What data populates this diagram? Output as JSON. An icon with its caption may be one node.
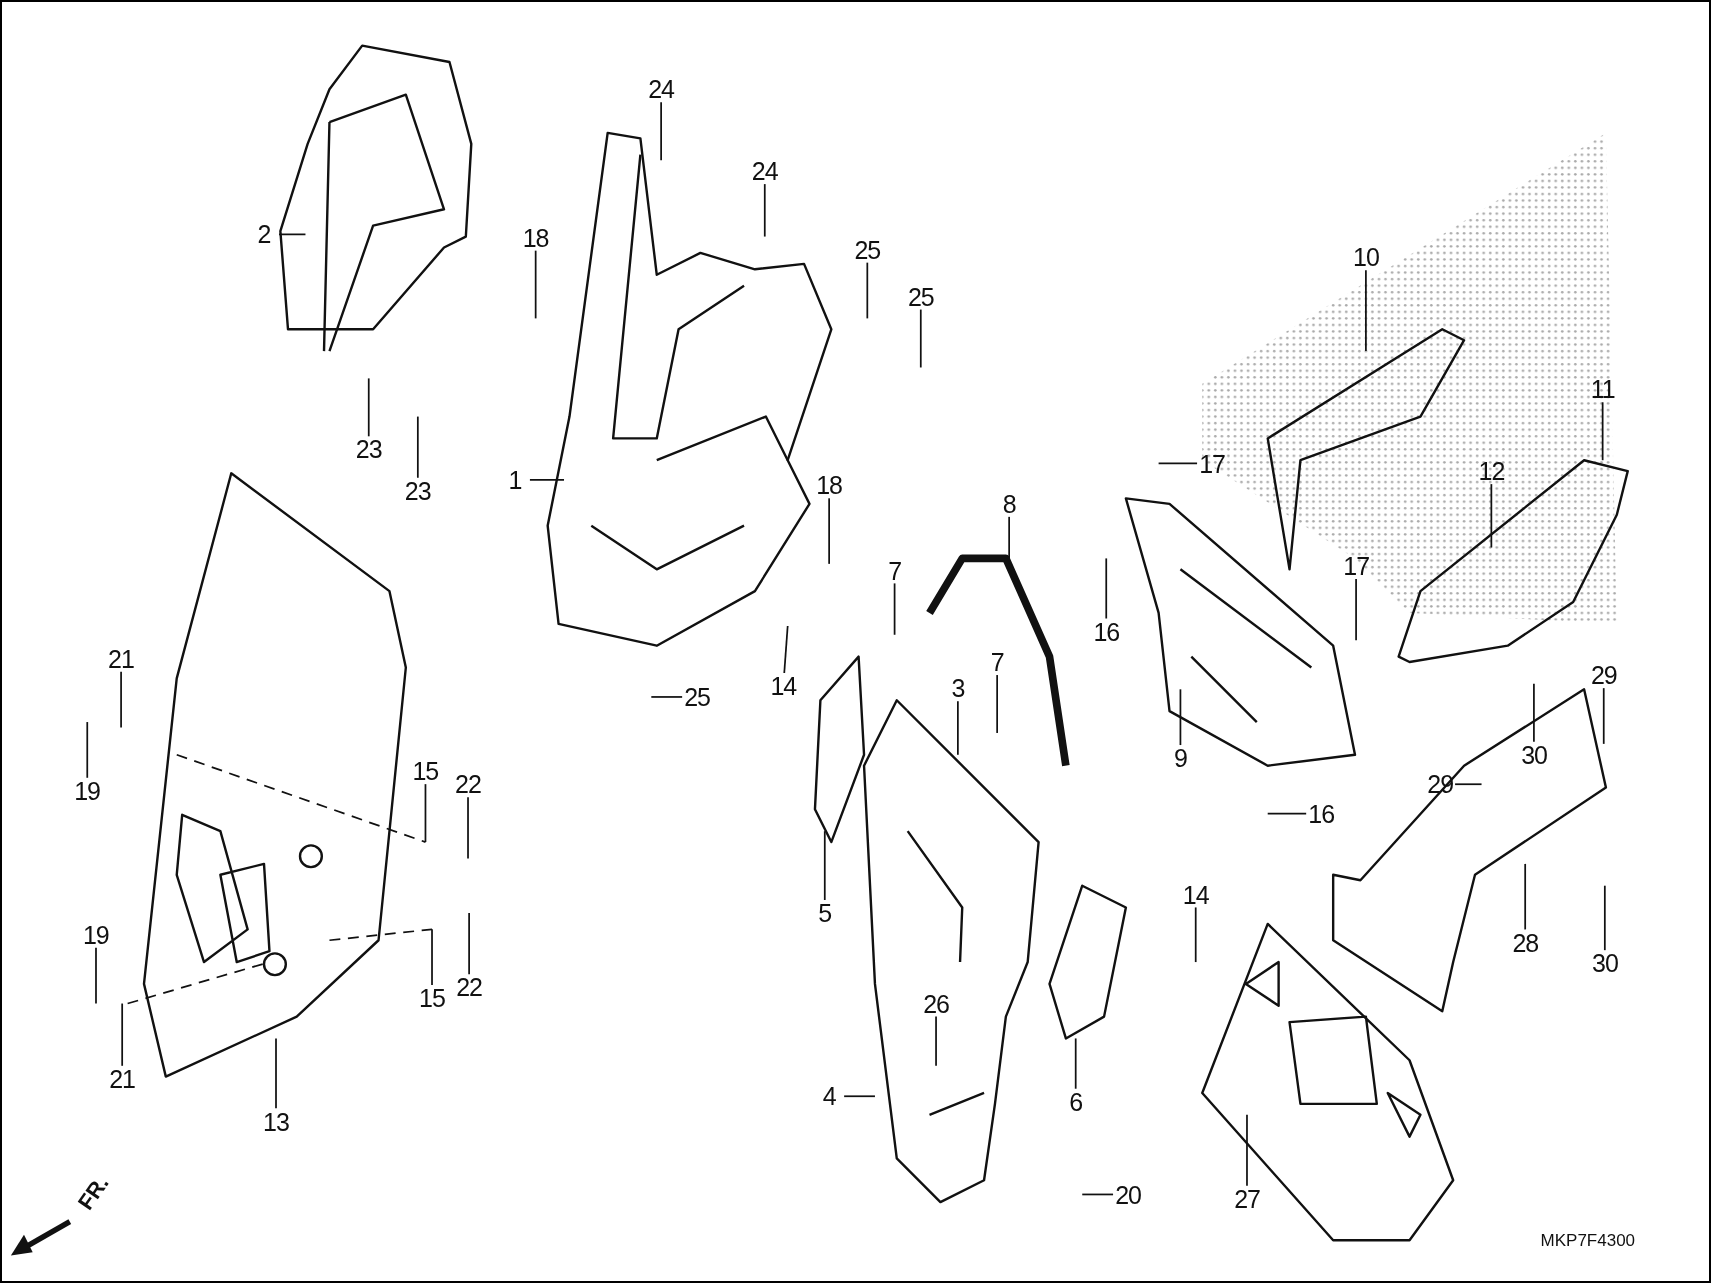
{
  "diagram": {
    "nodes": [
      {
        "text": [
          "2"
        ]
      },
      {
        "text": [
          "23"
        ]
      },
      {
        "text": [
          "23"
        ]
      },
      {
        "text": [
          "24"
        ]
      },
      {
        "text": [
          "24"
        ]
      },
      {
        "text": [
          "25"
        ]
      },
      {
        "text": [
          "25"
        ]
      },
      {
        "text": [
          "18"
        ]
      },
      {
        "text": [
          "1"
        ]
      },
      {
        "text": [
          "18"
        ]
      },
      {
        "text": [
          "25"
        ]
      },
      {
        "text": [
          "21"
        ]
      },
      {
        "text": [
          "19"
        ]
      },
      {
        "text": [
          "15"
        ]
      },
      {
        "text": [
          "22"
        ]
      },
      {
        "text": [
          "19"
        ]
      },
      {
        "text": [
          "21"
        ]
      },
      {
        "text": [
          "15"
        ]
      },
      {
        "text": [
          "22"
        ]
      },
      {
        "text": [
          "13"
        ]
      },
      {
        "text": [
          "14"
        ]
      },
      {
        "text": [
          "5"
        ]
      },
      {
        "text": [
          "7"
        ]
      },
      {
        "text": [
          "3"
        ]
      },
      {
        "text": [
          "7"
        ]
      },
      {
        "text": [
          "8"
        ]
      },
      {
        "text": [
          "4"
        ]
      },
      {
        "text": [
          "26"
        ]
      },
      {
        "text": [
          "6"
        ]
      },
      {
        "text": [
          "20"
        ]
      },
      {
        "text": [
          "14"
        ]
      },
      {
        "text": [
          "17"
        ]
      },
      {
        "text": [
          "16"
        ]
      },
      {
        "text": [
          "9"
        ]
      },
      {
        "text": [
          "17"
        ]
      },
      {
        "text": [
          "16"
        ]
      },
      {
        "text": [
          "10"
        ]
      },
      {
        "text": [
          "11"
        ]
      },
      {
        "text": [
          "12"
        ]
      },
      {
        "text": [
          "29"
        ]
      },
      {
        "text": [
          "30"
        ]
      },
      {
        "text": [
          "29"
        ]
      },
      {
        "text": [
          "28"
        ]
      },
      {
        "text": [
          "30"
        ]
      },
      {
        "text": [
          "27"
        ]
      }
    ],
    "edges": [
      {
        "from": 0,
        "to": null,
        "arrow": "none"
      },
      {
        "from": 1,
        "to": null,
        "arrow": "none"
      },
      {
        "from": 2,
        "to": null,
        "arrow": "none"
      },
      {
        "from": 3,
        "to": null,
        "arrow": "none"
      },
      {
        "from": 4,
        "to": null,
        "arrow": "none"
      },
      {
        "from": 5,
        "to": null,
        "arrow": "none"
      },
      {
        "from": 6,
        "to": null,
        "arrow": "none"
      },
      {
        "from": 7,
        "to": null,
        "arrow": "none"
      },
      {
        "from": 8,
        "to": null,
        "arrow": "none"
      },
      {
        "from": 9,
        "to": null,
        "arrow": "none"
      },
      {
        "from": 10,
        "to": null,
        "arrow": "none"
      },
      {
        "from": 11,
        "to": null,
        "arrow": "none"
      },
      {
        "from": 12,
        "to": null,
        "arrow": "none"
      },
      {
        "from": 13,
        "to": null,
        "arrow": "none"
      },
      {
        "from": 14,
        "to": null,
        "arrow": "none"
      },
      {
        "from": 15,
        "to": null,
        "arrow": "none"
      },
      {
        "from": 16,
        "to": null,
        "arrow": "none"
      },
      {
        "from": 17,
        "to": null,
        "arrow": "none"
      },
      {
        "from": 18,
        "to": null,
        "arrow": "none"
      },
      {
        "from": 19,
        "to": null,
        "arrow": "none"
      },
      {
        "from": 20,
        "to": null,
        "arrow": "none"
      },
      {
        "from": 21,
        "to": null,
        "arrow": "none"
      },
      {
        "from": 22,
        "to": null,
        "arrow": "none"
      },
      {
        "from": 23,
        "to": null,
        "arrow": "none"
      },
      {
        "from": 24,
        "to": null,
        "arrow": "none"
      },
      {
        "from": 25,
        "to": null,
        "arrow": "none"
      },
      {
        "from": 26,
        "to": null,
        "arrow": "none"
      },
      {
        "from": 27,
        "to": null,
        "arrow": "none"
      },
      {
        "from": 28,
        "to": null,
        "arrow": "none"
      },
      {
        "from": 29,
        "to": null,
        "arrow": "none"
      },
      {
        "from": 30,
        "to": null,
        "arrow": "none"
      },
      {
        "from": 31,
        "to": null,
        "arrow": "none"
      },
      {
        "from": 32,
        "to": null,
        "arrow": "none"
      },
      {
        "from": 33,
        "to": null,
        "arrow": "none"
      },
      {
        "from": 34,
        "to": null,
        "arrow": "none"
      },
      {
        "from": 35,
        "to": null,
        "arrow": "none"
      },
      {
        "from": 36,
        "to": null,
        "arrow": "none"
      },
      {
        "from": 37,
        "to": null,
        "arrow": "none"
      },
      {
        "from": 38,
        "to": null,
        "arrow": "none"
      },
      {
        "from": 39,
        "to": null,
        "arrow": "none"
      },
      {
        "from": 40,
        "to": null,
        "arrow": "none"
      },
      {
        "from": 41,
        "to": null,
        "arrow": "none"
      },
      {
        "from": 42,
        "to": null,
        "arrow": "none"
      },
      {
        "from": 43,
        "to": null,
        "arrow": "none"
      },
      {
        "from": 44,
        "to": null,
        "arrow": "none"
      }
    ],
    "labels": [
      "FR.",
      "MKP7F4300"
    ]
  }
}
